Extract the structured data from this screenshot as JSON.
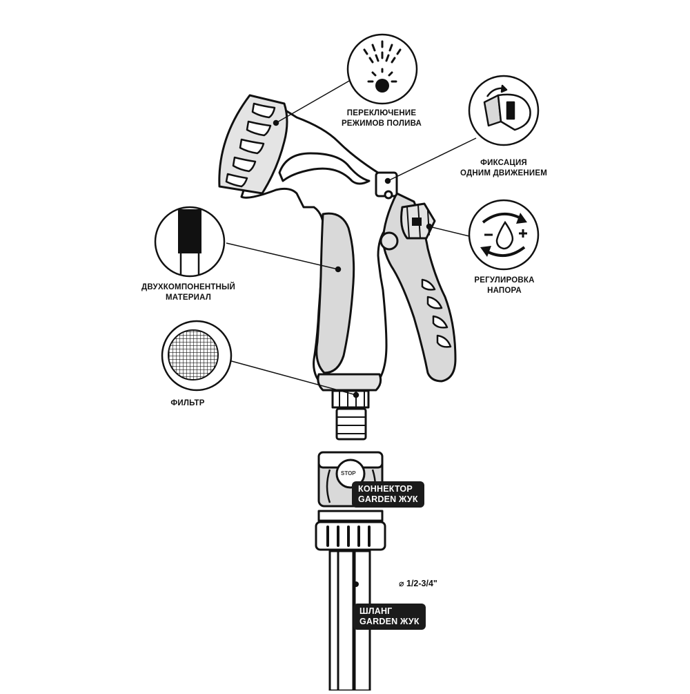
{
  "features": {
    "modes": {
      "line1": "ПЕРЕКЛЮЧЕНИЕ",
      "line2": "РЕЖИМОВ ПОЛИВА"
    },
    "lock": {
      "line1": "ФИКСАЦИЯ",
      "line2": "ОДНИМ ДВИЖЕНИЕМ"
    },
    "material": {
      "line1": "ДВУХКОМПОНЕНТНЫЙ",
      "line2": "МАТЕРИАЛ"
    },
    "pressure": {
      "line1": "РЕГУЛИРОВКА",
      "line2": "НАПОРА"
    },
    "filter": {
      "line1": "ФИЛЬТР"
    }
  },
  "connector": {
    "stop_label": "STOP",
    "badge_line1": "КОННЕКТОР",
    "badge_line2": "GARDEN ЖУК"
  },
  "hose": {
    "diameter": "⌀ 1/2-3/4\"",
    "badge_line1": "ШЛАНГ",
    "badge_line2": "GARDEN ЖУК"
  },
  "colors": {
    "ink": "#111111",
    "badge_bg": "#1b1b1b",
    "grip": "#d9d9d9",
    "head": "#e4e4e4"
  }
}
